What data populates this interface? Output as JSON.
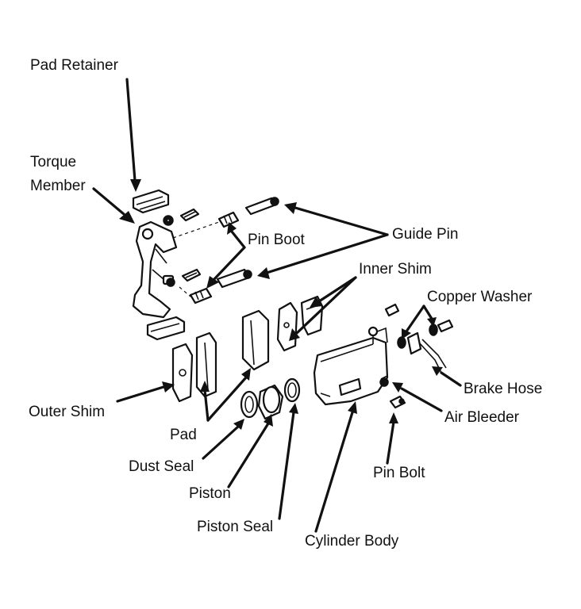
{
  "labels": {
    "pad_retainer": "Pad Retainer",
    "torque_member_1": "Torque",
    "torque_member_2": "Member",
    "guide_pin": "Guide Pin",
    "pin_boot": "Pin Boot",
    "inner_shim": "Inner Shim",
    "copper_washer": "Copper Washer",
    "brake_hose": "Brake Hose",
    "air_bleeder": "Air Bleeder",
    "outer_shim": "Outer Shim",
    "pad": "Pad",
    "dust_seal": "Dust Seal",
    "piston": "Piston",
    "piston_seal": "Piston Seal",
    "cylinder_body": "Cylinder Body",
    "pin_bolt": "Pin Bolt"
  },
  "colors": {
    "ink": "#111111",
    "paper": "#ffffff"
  }
}
